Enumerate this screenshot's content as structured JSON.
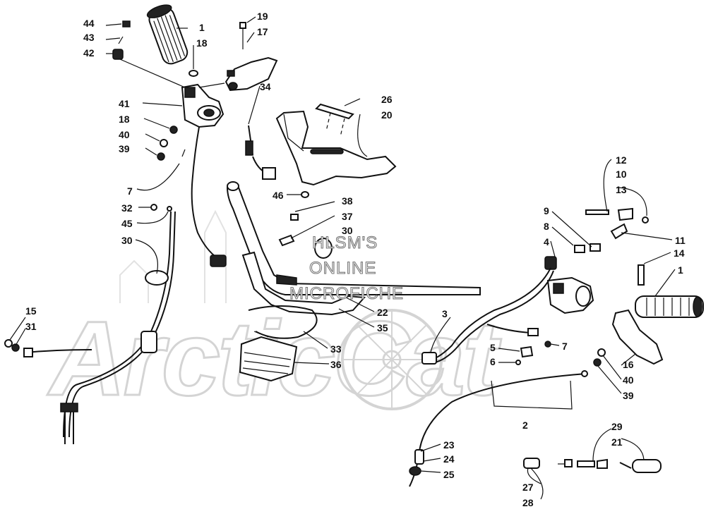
{
  "watermark": {
    "line1": "HLSM'S",
    "line2": "ONLINE",
    "line3": "MICROFICHE",
    "logo": "ArcticCat"
  },
  "callouts": [
    {
      "id": "c44a",
      "text": "44"
    },
    {
      "id": "c43a",
      "text": "43"
    },
    {
      "id": "c42",
      "text": "42"
    },
    {
      "id": "c1a",
      "text": "1"
    },
    {
      "id": "c18a",
      "text": "18"
    },
    {
      "id": "c19",
      "text": "19"
    },
    {
      "id": "c17",
      "text": "17"
    },
    {
      "id": "c34",
      "text": "34"
    },
    {
      "id": "c41",
      "text": "41"
    },
    {
      "id": "c18b",
      "text": "18"
    },
    {
      "id": "c40a",
      "text": "40"
    },
    {
      "id": "c39a",
      "text": "39"
    },
    {
      "id": "c26",
      "text": "26"
    },
    {
      "id": "c20",
      "text": "20"
    },
    {
      "id": "c7a",
      "text": "7"
    },
    {
      "id": "c46",
      "text": "46"
    },
    {
      "id": "c38",
      "text": "38"
    },
    {
      "id": "c37",
      "text": "37"
    },
    {
      "id": "c30a",
      "text": "30"
    },
    {
      "id": "c32",
      "text": "32"
    },
    {
      "id": "c45",
      "text": "45"
    },
    {
      "id": "c30b",
      "text": "30"
    },
    {
      "id": "c15",
      "text": "15"
    },
    {
      "id": "c31",
      "text": "31"
    },
    {
      "id": "c22",
      "text": "22"
    },
    {
      "id": "c35",
      "text": "35"
    },
    {
      "id": "c33",
      "text": "33"
    },
    {
      "id": "c36",
      "text": "36"
    },
    {
      "id": "c12",
      "text": "12"
    },
    {
      "id": "c10",
      "text": "10"
    },
    {
      "id": "c13",
      "text": "13"
    },
    {
      "id": "c9",
      "text": "9"
    },
    {
      "id": "c8",
      "text": "8"
    },
    {
      "id": "c11",
      "text": "11"
    },
    {
      "id": "c4",
      "text": "4"
    },
    {
      "id": "c14",
      "text": "14"
    },
    {
      "id": "c1b",
      "text": "1"
    },
    {
      "id": "c3",
      "text": "3"
    },
    {
      "id": "c7b",
      "text": "7"
    },
    {
      "id": "c5",
      "text": "5"
    },
    {
      "id": "c6",
      "text": "6"
    },
    {
      "id": "c16",
      "text": "16"
    },
    {
      "id": "c40b",
      "text": "40"
    },
    {
      "id": "c39b",
      "text": "39"
    },
    {
      "id": "c2",
      "text": "2"
    },
    {
      "id": "c23",
      "text": "23"
    },
    {
      "id": "c24",
      "text": "24"
    },
    {
      "id": "c25",
      "text": "25"
    },
    {
      "id": "c29",
      "text": "29"
    },
    {
      "id": "c21",
      "text": "21"
    },
    {
      "id": "c27",
      "text": "27"
    },
    {
      "id": "c28",
      "text": "28"
    }
  ]
}
